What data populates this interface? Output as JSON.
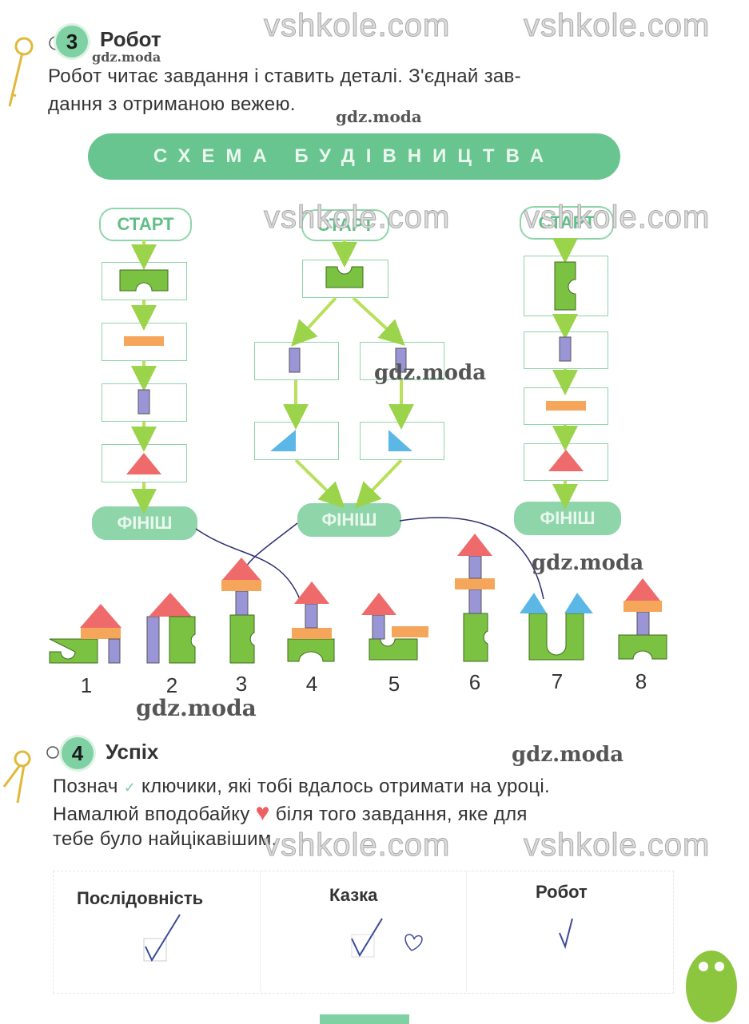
{
  "task3": {
    "number": "3",
    "title": "Робот",
    "text_line1": "Робот читає завдання і ставить деталі. З'єднай зав-",
    "text_line2": "дання з отриманою вежею.",
    "banner": "СХЕМА БУДІВНИЦТВА",
    "scheme": {
      "start_label": "СТАРТ",
      "finish_label": "ФІНІШ"
    },
    "towers": [
      "1",
      "2",
      "3",
      "4",
      "5",
      "6",
      "7",
      "8"
    ]
  },
  "task4": {
    "number": "4",
    "title": "Успіх",
    "text_line1a": "Познач",
    "text_line1b": "ключики, які тобі вдалось отримати на уроці.",
    "text_line2a": "Намалюй вподобайку",
    "text_line2b": "біля того завдання, яке для",
    "text_line3": "тебе було найцікавішим.",
    "table_headers": [
      "Послідовність",
      "Казка",
      "Робот"
    ]
  },
  "watermarks": [
    "vshkole.com",
    "gdz.moda"
  ],
  "colors": {
    "green": "#7fd0a3",
    "block_green": "#7cc242",
    "orange": "#f5a65b",
    "purple": "#9a95d6",
    "red": "#ef6b6b",
    "blue": "#5bb8e6"
  }
}
